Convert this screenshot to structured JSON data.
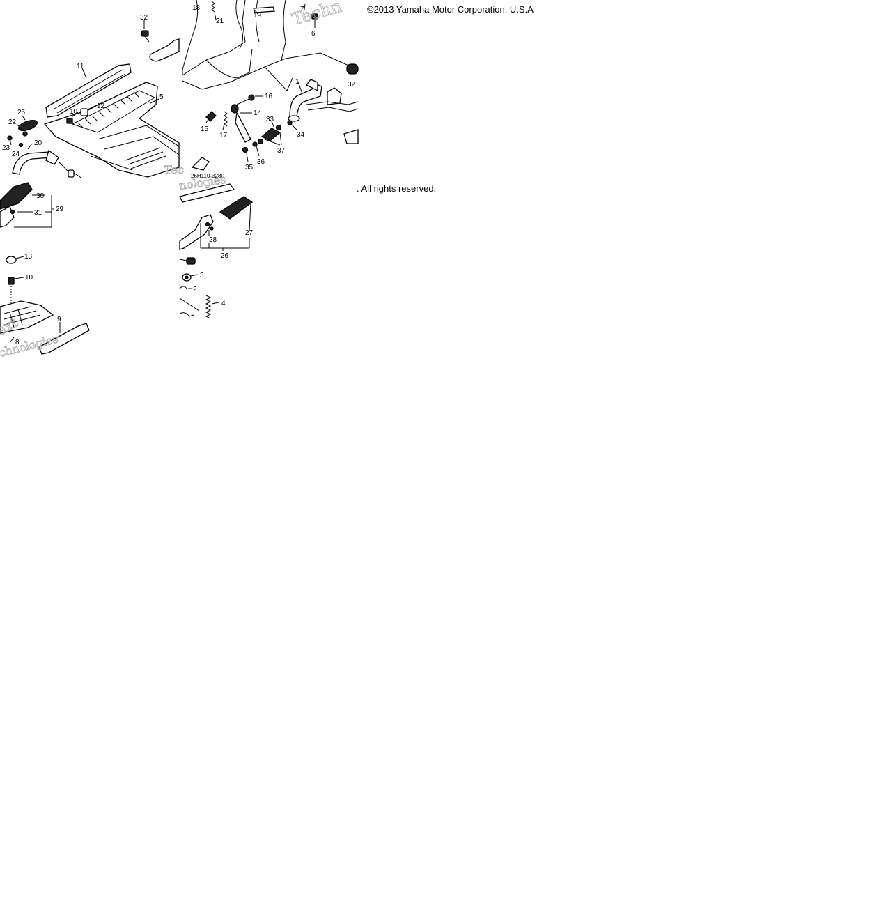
{
  "copyright": "©2013 Yamaha Motor Corporation, U.S.A",
  "rights": ". All rights reserved.",
  "diagram_code": "26H110-3280",
  "watermark": [
    "Techn",
    "Tec",
    "nologies",
    "ext",
    "chnologies"
  ],
  "callouts": [
    {
      "id": "32a",
      "text": "32"
    },
    {
      "id": "11",
      "text": "11"
    },
    {
      "id": "5",
      "text": "5"
    },
    {
      "id": "10a",
      "text": "10"
    },
    {
      "id": "12",
      "text": "12"
    },
    {
      "id": "25",
      "text": "25"
    },
    {
      "id": "22",
      "text": "22"
    },
    {
      "id": "23",
      "text": "23"
    },
    {
      "id": "24",
      "text": "24"
    },
    {
      "id": "20",
      "text": "20"
    },
    {
      "id": "30",
      "text": "30"
    },
    {
      "id": "31",
      "text": "31"
    },
    {
      "id": "29",
      "text": "29"
    },
    {
      "id": "13",
      "text": "13"
    },
    {
      "id": "10b",
      "text": "10"
    },
    {
      "id": "9",
      "text": "9"
    },
    {
      "id": "8",
      "text": "8"
    },
    {
      "id": "18",
      "text": "18"
    },
    {
      "id": "21",
      "text": "21"
    },
    {
      "id": "19",
      "text": "19"
    },
    {
      "id": "7",
      "text": "7"
    },
    {
      "id": "6",
      "text": "6"
    },
    {
      "id": "1",
      "text": "1"
    },
    {
      "id": "32b",
      "text": "32"
    },
    {
      "id": "16",
      "text": "16"
    },
    {
      "id": "14",
      "text": "14"
    },
    {
      "id": "15",
      "text": "15"
    },
    {
      "id": "17",
      "text": "17"
    },
    {
      "id": "33",
      "text": "33"
    },
    {
      "id": "34",
      "text": "34"
    },
    {
      "id": "37",
      "text": "37"
    },
    {
      "id": "35",
      "text": "35"
    },
    {
      "id": "36",
      "text": "36"
    },
    {
      "id": "27",
      "text": "27"
    },
    {
      "id": "28",
      "text": "28"
    },
    {
      "id": "26",
      "text": "26"
    },
    {
      "id": "3",
      "text": "3"
    },
    {
      "id": "2",
      "text": "2"
    },
    {
      "id": "4",
      "text": "4"
    }
  ]
}
